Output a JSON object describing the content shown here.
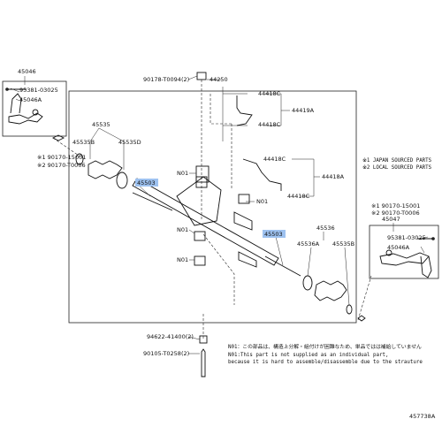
{
  "labels": [
    {
      "id": "45046",
      "text": "45046"
    },
    {
      "id": "95381",
      "text": "95381-03025"
    },
    {
      "id": "45046A",
      "text": "45046A"
    },
    {
      "id": "45535",
      "text": "45535"
    },
    {
      "id": "45535B",
      "text": "45535B"
    },
    {
      "id": "45535D",
      "text": "45535D"
    },
    {
      "id": "90170L1",
      "text": "※1 90170-15001"
    },
    {
      "id": "90170L2",
      "text": "※2 90170-T0006"
    },
    {
      "id": "45503L",
      "text": "45503",
      "highlight": true
    },
    {
      "id": "90178",
      "text": "90178-T0094(2)"
    },
    {
      "id": "44250",
      "text": "44250"
    },
    {
      "id": "44418C1",
      "text": "44418C"
    },
    {
      "id": "44419A",
      "text": "44419A"
    },
    {
      "id": "44418C2",
      "text": "44418C"
    },
    {
      "id": "44418C3",
      "text": "44418C"
    },
    {
      "id": "44418A",
      "text": "44418A"
    },
    {
      "id": "44418C4",
      "text": "44418C"
    },
    {
      "id": "N01a",
      "text": "N01"
    },
    {
      "id": "N01b",
      "text": "N01"
    },
    {
      "id": "N01c",
      "text": "N01"
    },
    {
      "id": "N01d",
      "text": "N01"
    },
    {
      "id": "45503R",
      "text": "45503",
      "highlight": true
    },
    {
      "id": "45536",
      "text": "45536"
    },
    {
      "id": "45536A",
      "text": "45536A"
    },
    {
      "id": "45535B2",
      "text": "45535B"
    },
    {
      "id": "90170R1",
      "text": "※1 90170-15001"
    },
    {
      "id": "90170R2",
      "text": "※2 90170-T0006"
    },
    {
      "id": "45047",
      "text": "45047"
    },
    {
      "id": "95381R",
      "text": "95381-03025"
    },
    {
      "id": "45046AR",
      "text": "45046A"
    },
    {
      "id": "94622",
      "text": "94622-41400(2)"
    },
    {
      "id": "90105",
      "text": "90105-T0258(2)"
    },
    {
      "id": "fig",
      "text": "457738A"
    }
  ],
  "notes": [
    {
      "id": "n1",
      "text": "※1 JAPAN SOURCED PARTS"
    },
    {
      "id": "n2",
      "text": "※2 LOCAL SOURCED PARTS"
    },
    {
      "id": "n3",
      "text": "N01：この部品は、構造上分解・組付けが困難なため、単品ではは補給していません"
    },
    {
      "id": "n4",
      "text": "N01:This part is not supplied as an individual part,"
    },
    {
      "id": "n5",
      "text": "because it is hard to assemble/disassemble due to the strauture"
    }
  ]
}
